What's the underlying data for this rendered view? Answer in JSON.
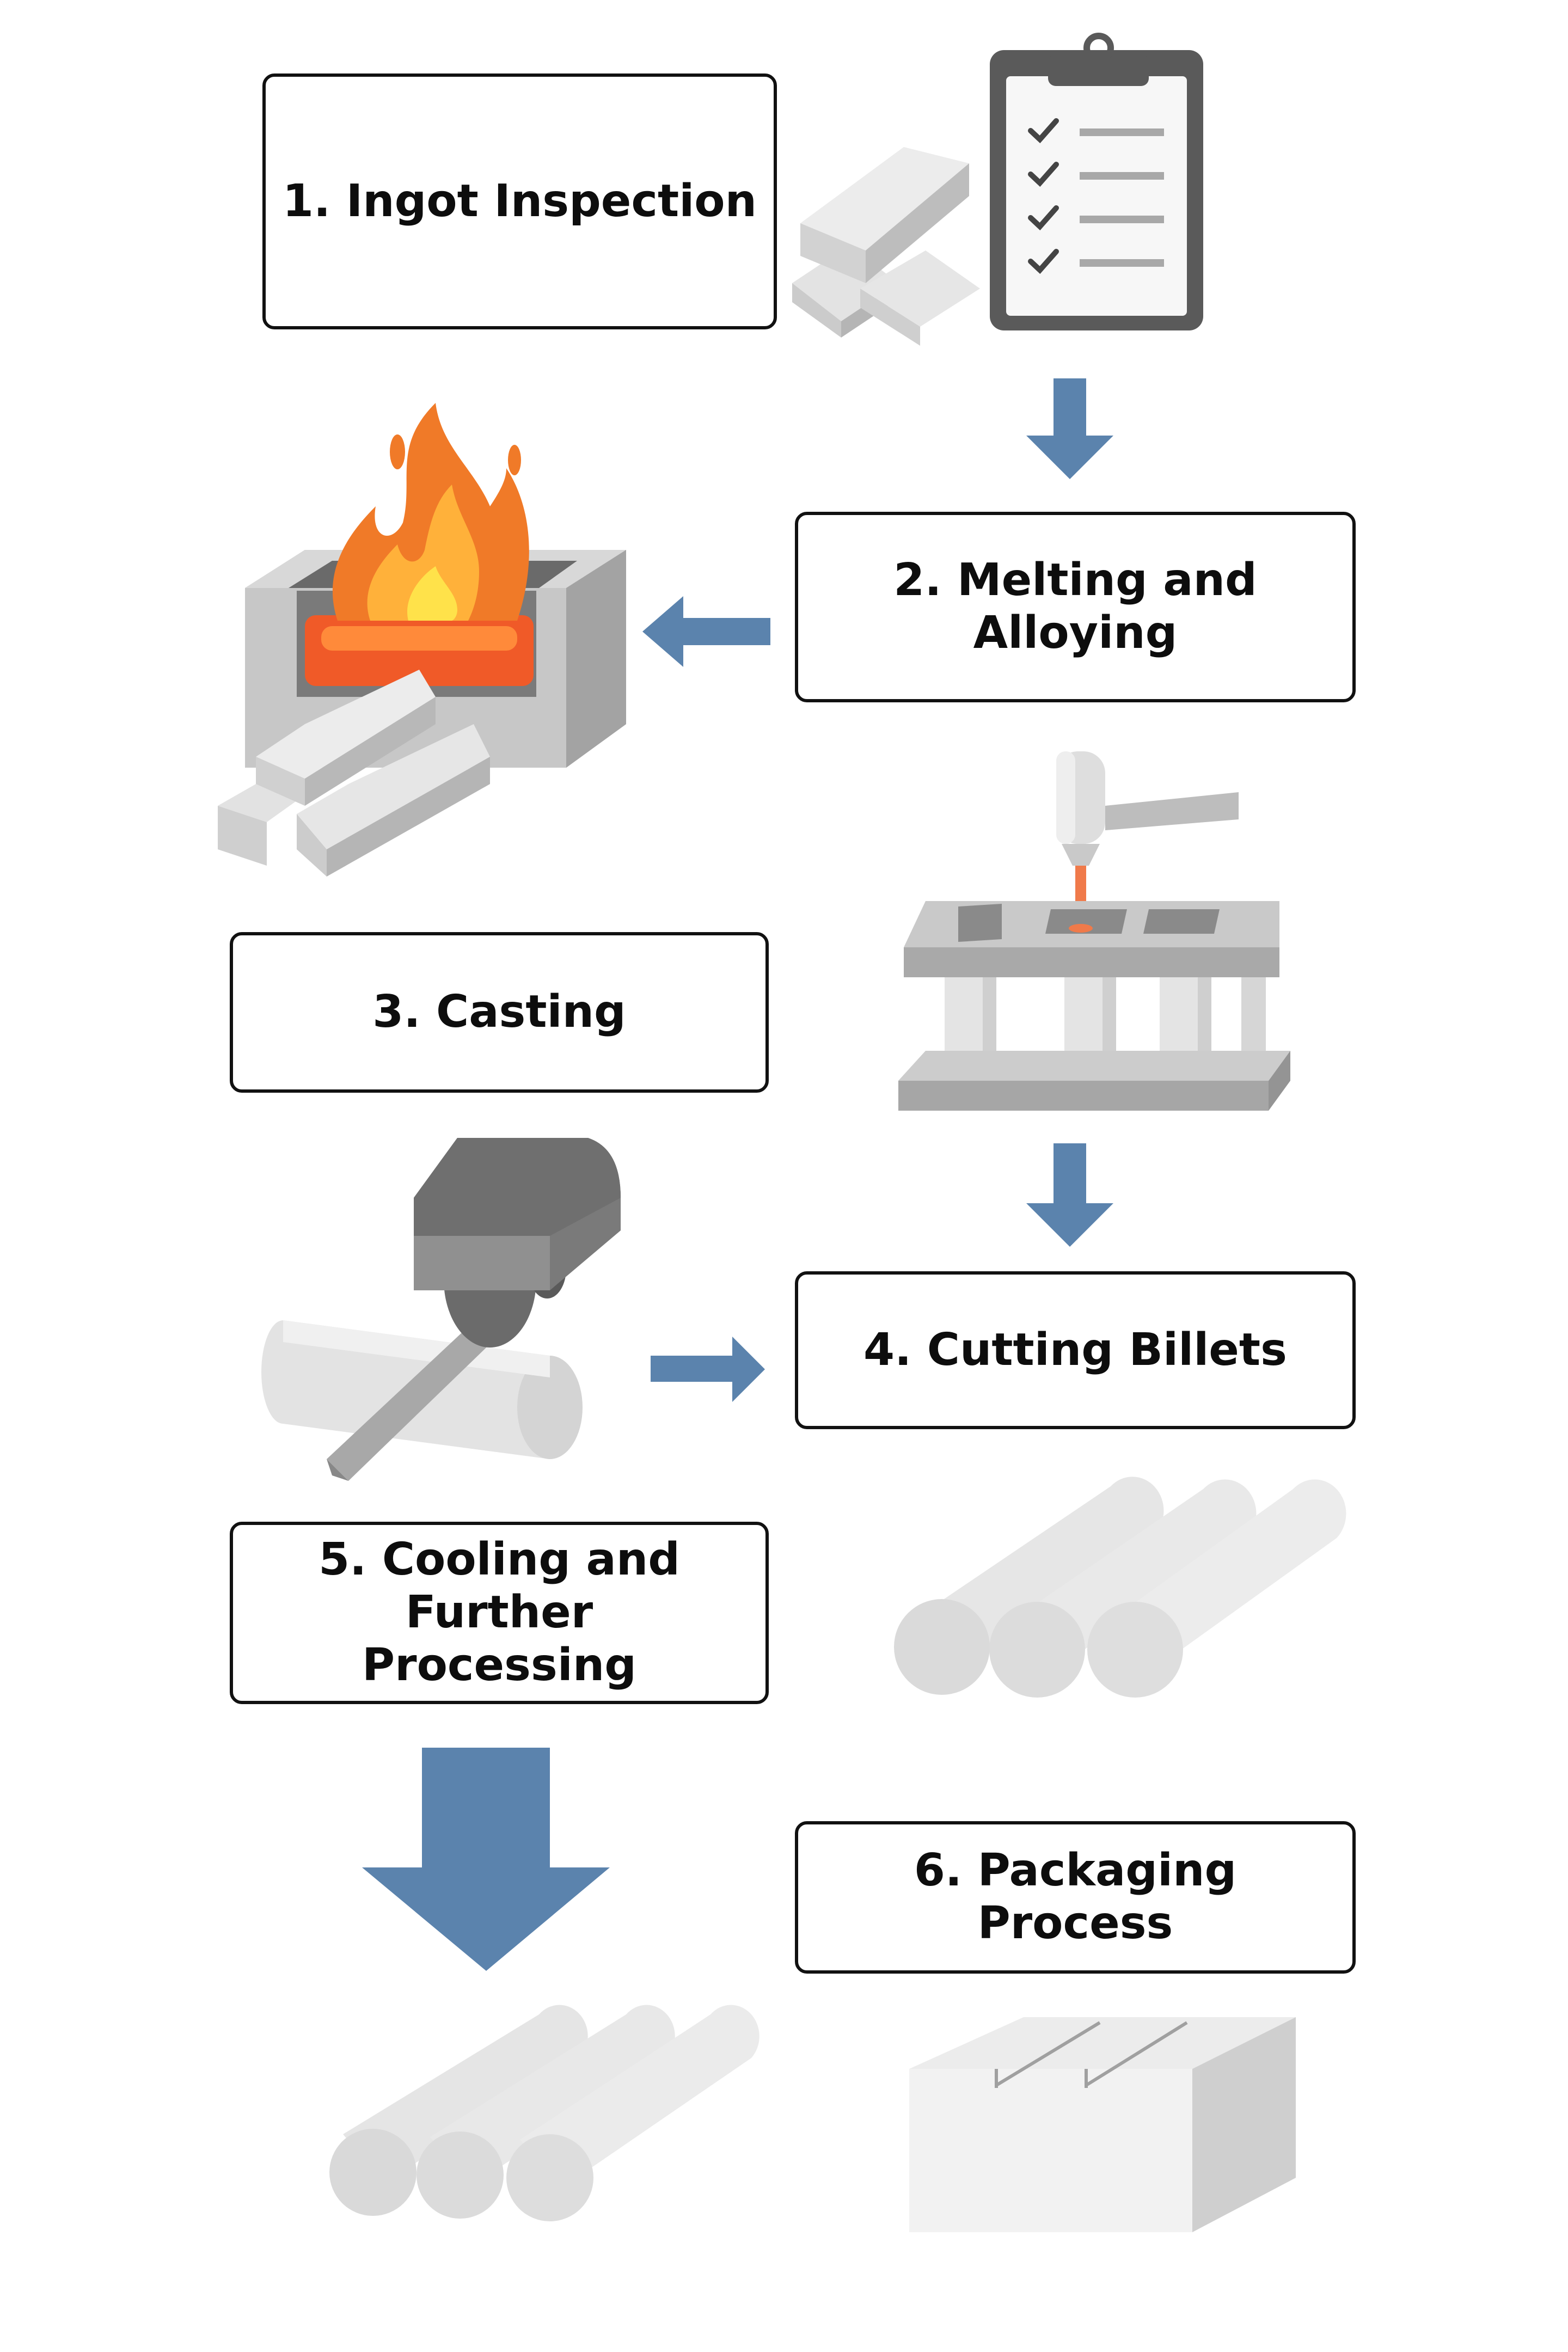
{
  "steps": [
    {
      "label": "1. Ingot Inspection"
    },
    {
      "label": "2. Melting and\n    Alloying"
    },
    {
      "label": "3. Casting"
    },
    {
      "label": "4. Cutting Billets"
    },
    {
      "label": "5. Cooling and Further\n    Processing"
    },
    {
      "label": "6. Packaging\n    Process"
    }
  ],
  "colors": {
    "arrow": "#5b83ad",
    "box_border": "#111111",
    "metal_light": "#e4e4e4",
    "metal_mid": "#c9c9c9",
    "metal_dark": "#9c9c9c",
    "flame_outer": "#f07a28",
    "flame_inner": "#ffd23c",
    "molten": "#f05a28"
  },
  "icons": [
    "ingot-stack-icon",
    "checklist-clipboard-icon",
    "furnace-fire-icon",
    "casting-machine-icon",
    "billet-cutter-icon",
    "billet-rods-icon",
    "cooled-rods-icon",
    "package-box-icon"
  ]
}
